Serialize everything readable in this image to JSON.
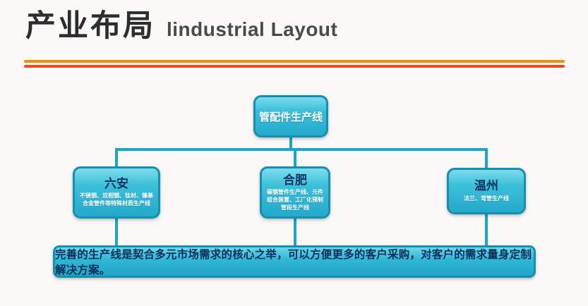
{
  "header": {
    "title_cn": "产业布局",
    "title_en": "lindustrial Layout"
  },
  "colors": {
    "rule_top": "#f19000",
    "rule_bottom": "#e94a1f",
    "box_fill": "#29b0d2",
    "box_border": "#1790b0",
    "connector": "#1ba6c6",
    "root_text": "#ffffff",
    "city_text": "#0b3560",
    "desc_text": "#ffffff",
    "footer_text": "#0a2f5a"
  },
  "diagram": {
    "root": {
      "label": "管配件生产线"
    },
    "children": [
      {
        "name": "六安",
        "desc": "不锈钢、双相钢、钛材、镍基合金管件等特殊材质生产线"
      },
      {
        "name": "合肥",
        "desc": "碳钢管件生产线、元件组合装置、工厂化预制管段生产线"
      },
      {
        "name": "温州",
        "desc": "法兰、弯管生产线"
      }
    ],
    "footer": "完善的生产线是契合多元市场需求的核心之举，可以方便更多的客户采购，对客户的需求量身定制解决方案。"
  }
}
